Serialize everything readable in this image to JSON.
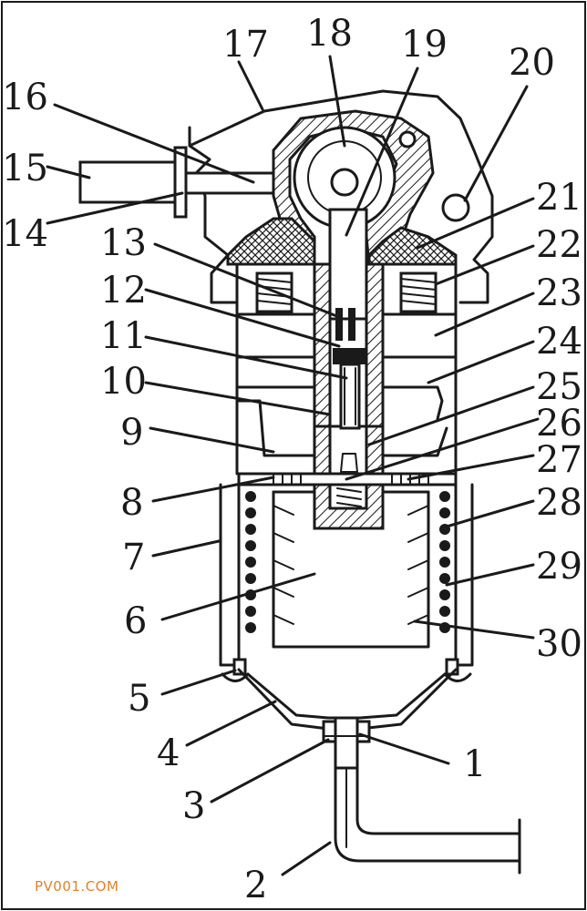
{
  "labels": [
    "1",
    "2",
    "3",
    "4",
    "5",
    "6",
    "7",
    "8",
    "9",
    "10",
    "11",
    "12",
    "13",
    "14",
    "15",
    "16",
    "17",
    "18",
    "19",
    "20",
    "21",
    "22",
    "23",
    "24",
    "25",
    "26",
    "27",
    "28",
    "29",
    "30"
  ],
  "watermark": "PV001.COM",
  "colors": {
    "ink": "#1a1a1a",
    "background": "#ffffff",
    "watermark": "#e0812a"
  }
}
